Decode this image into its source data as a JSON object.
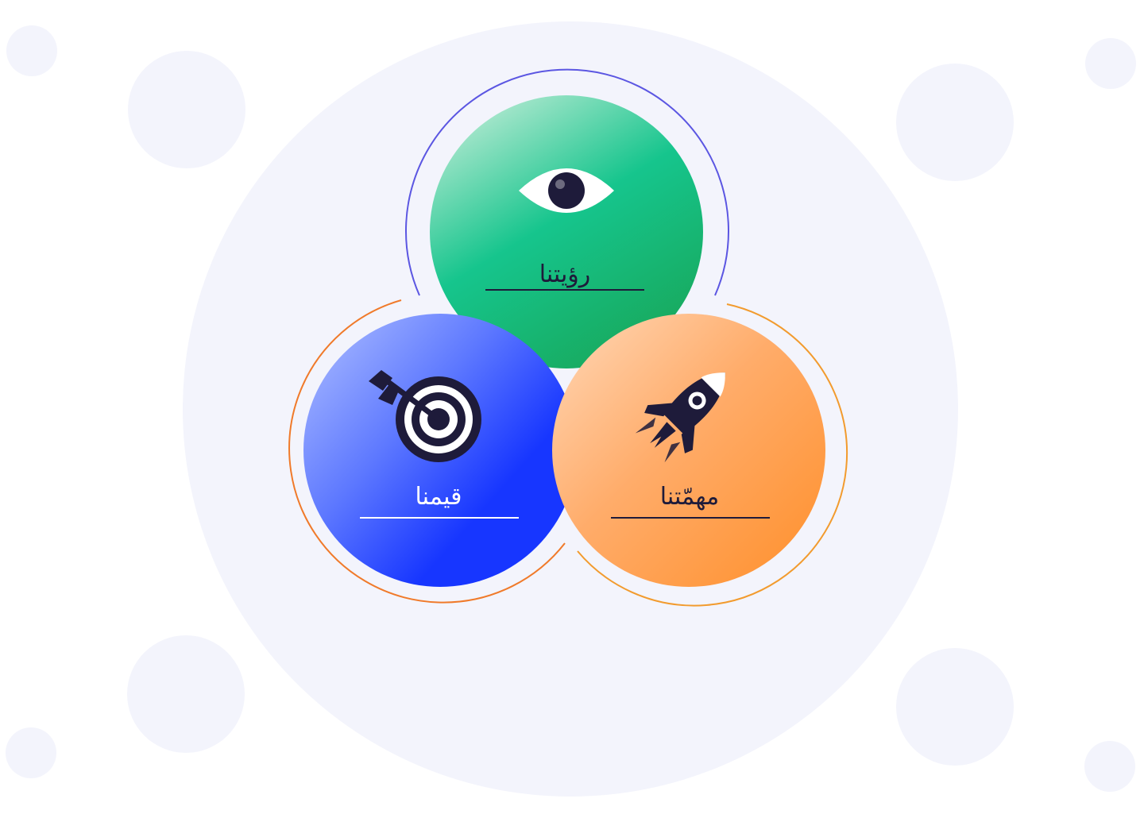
{
  "diagram": {
    "items": [
      {
        "key": "vision",
        "label": "رؤيتنا",
        "icon": "eye-icon",
        "color_light": "#b8ead3",
        "color_mid": "#16c58d",
        "color_dark": "#18a658",
        "text_color": "#1e1b3a",
        "ring_color": "#5b56e2"
      },
      {
        "key": "values",
        "label": "قيمنا",
        "icon": "target-icon",
        "color_light": "#a7b8ff",
        "color_mid": "#5d78ff",
        "color_dark": "#1736ff",
        "text_color": "#ffffff",
        "ring_color": "#f07a2a"
      },
      {
        "key": "mission",
        "label": "مهمّتنا",
        "icon": "rocket-icon",
        "color_light": "#ffd8b8",
        "color_mid": "#ffac6a",
        "color_dark": "#ff8f2a",
        "text_color": "#1e1b3a",
        "ring_color": "#f29b2e"
      }
    ]
  },
  "colors": {
    "background_circle": "#f3f4fc",
    "icon_dark": "#1e1b3a"
  }
}
